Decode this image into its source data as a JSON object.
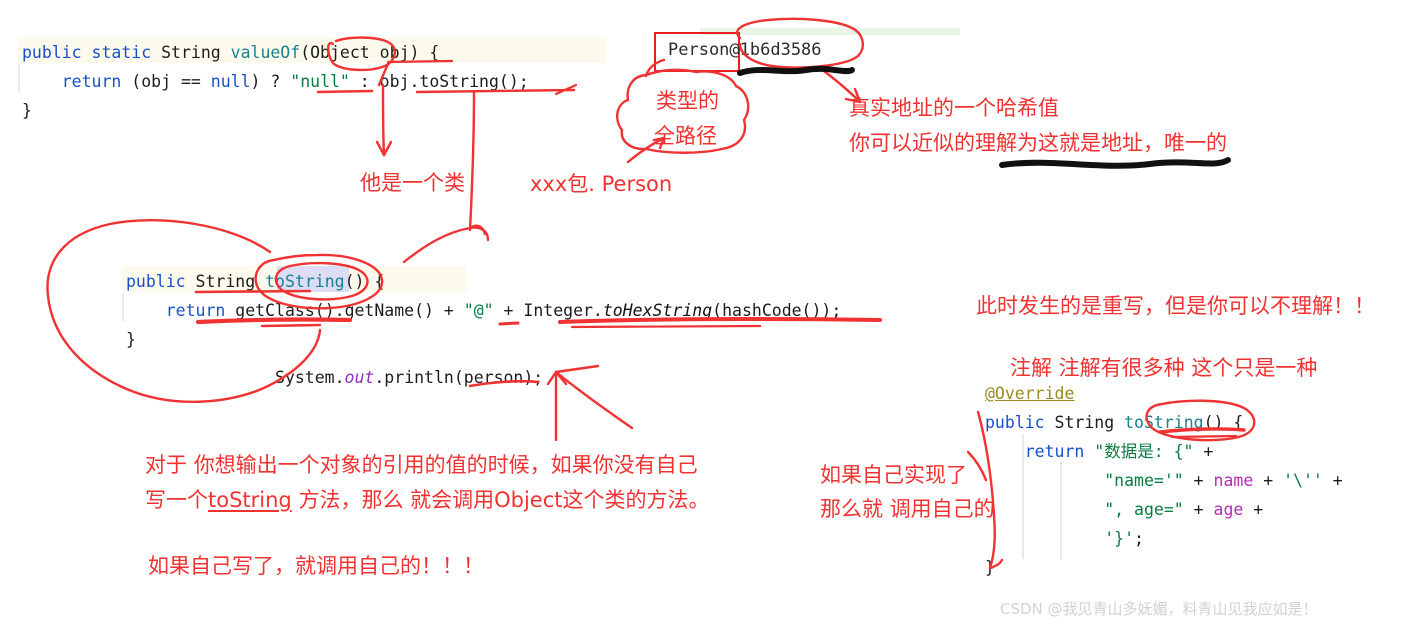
{
  "code_blocks": {
    "object_valueof": {
      "lines": [
        "public static String valueOf(Object obj) {",
        "    return (obj == null) ? \"null\" : obj.toString();",
        "}"
      ]
    },
    "object_tostring": {
      "lines": [
        "    public String toString() {",
        "        return getClass().getName() + \"@\" + Integer.toHexString(hashCode());",
        "    }",
        "",
        "            System.out.println(person);"
      ]
    },
    "person_tostring": {
      "lines": [
        "@Override",
        "public String toString() {",
        "    return \"数据是: {\" +",
        "            \"name='\" + name + '\\'' +",
        "            \", age=\" + age +",
        "            '}';",
        "}"
      ]
    }
  },
  "console_output": {
    "text": "Person@1b6d3586"
  },
  "annotations": {
    "he_shi_yi_ge_lei": "他是一个类",
    "leixing_de": "类型的",
    "quan_lu_jing": "全路径",
    "xxx_bao_person": "xxx包. Person",
    "zhenshi_dizhi": "真实地址的一个哈希值",
    "ni_keyi_jinsi": "你可以近似的理解为这就是地址，唯一的",
    "cishi_chongxie": "此时发生的是重写，但是你可以不理解！！",
    "zhujie": "注解 注解有很多种 这个只是一种",
    "ruguo_ziji_shixian": "如果自己实现了",
    "name_jiu_diaoyong": "那么就 调用自己的",
    "duiyu_line1_a": "对于 ",
    "duiyu_line1_b": "你想输出一个对象的引用的值的时候，如果你没有自己",
    "duiyu_line2_a": "写一个",
    "duiyu_line2_b": "toString",
    "duiyu_line2_c": " 方法，那么 就会调用Object这个类的方法。",
    "ruguo_ziji_xiele": "如果自己写了，就调用自己的！！！"
  },
  "watermark": {
    "text": "CSDN @我见青山多妩媚，料青山见我应如是！"
  },
  "colors": {
    "ink_red": "#f03232",
    "box_red": "#e81f1f",
    "ink_black": "#111111",
    "keyword_blue": "#1950c8",
    "string_green": "#0a7c42",
    "field_magenta": "#b32fb3",
    "annotation_olive": "#9a8b22",
    "highlight_line": "#fcfaec",
    "selection_lavender": "#dcdcf5",
    "watermark_grey": "#d2d2d2"
  }
}
